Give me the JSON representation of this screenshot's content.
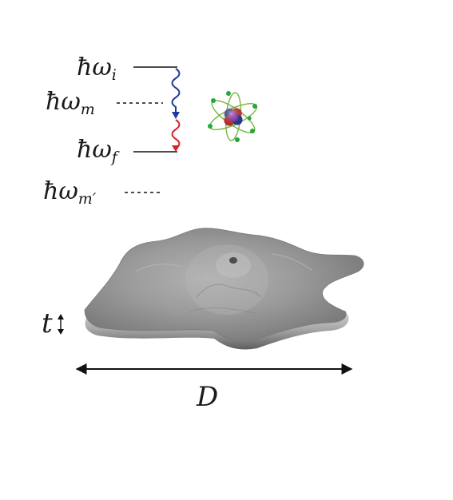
{
  "energy_levels": [
    {
      "id": "i",
      "symbol": "ħω",
      "subscript": "i",
      "line_style": "solid"
    },
    {
      "id": "m",
      "symbol": "ħω",
      "subscript": "m",
      "line_style": "dashed"
    },
    {
      "id": "f",
      "symbol": "ħω",
      "subscript": "f",
      "line_style": "solid"
    },
    {
      "id": "mprime",
      "symbol": "ħω",
      "subscript": "m′",
      "line_style": "dashed"
    }
  ],
  "transitions": [
    {
      "from": "i",
      "to": "m",
      "color": "#1f3a9a"
    },
    {
      "from": "m",
      "to": "f",
      "color": "#d9202a"
    }
  ],
  "atom_icon": {
    "nucleus_colors": [
      "#c62828",
      "#283593"
    ],
    "electron_color": "#1faa3a",
    "orbit_color": "#7cb342"
  },
  "flake": {
    "color": "#9e9e9e"
  },
  "dimensions": {
    "thickness_label": "t",
    "diameter_label": "D"
  }
}
